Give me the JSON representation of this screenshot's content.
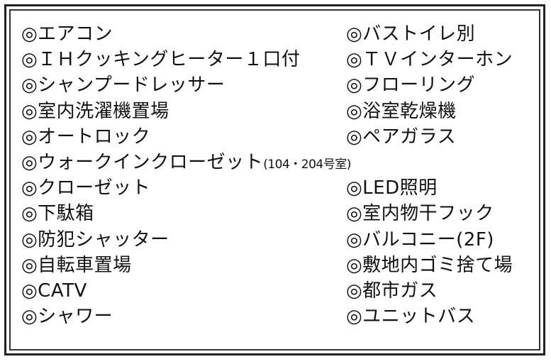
{
  "amenities": {
    "left": [
      "◎エアコン",
      "◎ＩＨクッキングヒーター１口付",
      "◎シャンプードレッサー",
      "◎室内洗濯機置場",
      "◎オートロック",
      "◎ウォークインクローゼット",
      "◎クローゼット",
      "◎下駄箱",
      "◎防犯シャッター",
      "◎自転車置場",
      "◎CATV",
      "◎シャワー"
    ],
    "walkin_note": "(104・204号室)",
    "right": [
      "◎バストイレ別",
      "◎ＴＶインターホン",
      "◎フローリング",
      "◎浴室乾燥機",
      "◎ペアガラス",
      "◎LED照明",
      "◎室内物干フック",
      "◎バルコニー(2F)",
      "◎敷地内ゴミ捨て場",
      "◎都市ガス",
      "◎ユニットバス"
    ]
  }
}
